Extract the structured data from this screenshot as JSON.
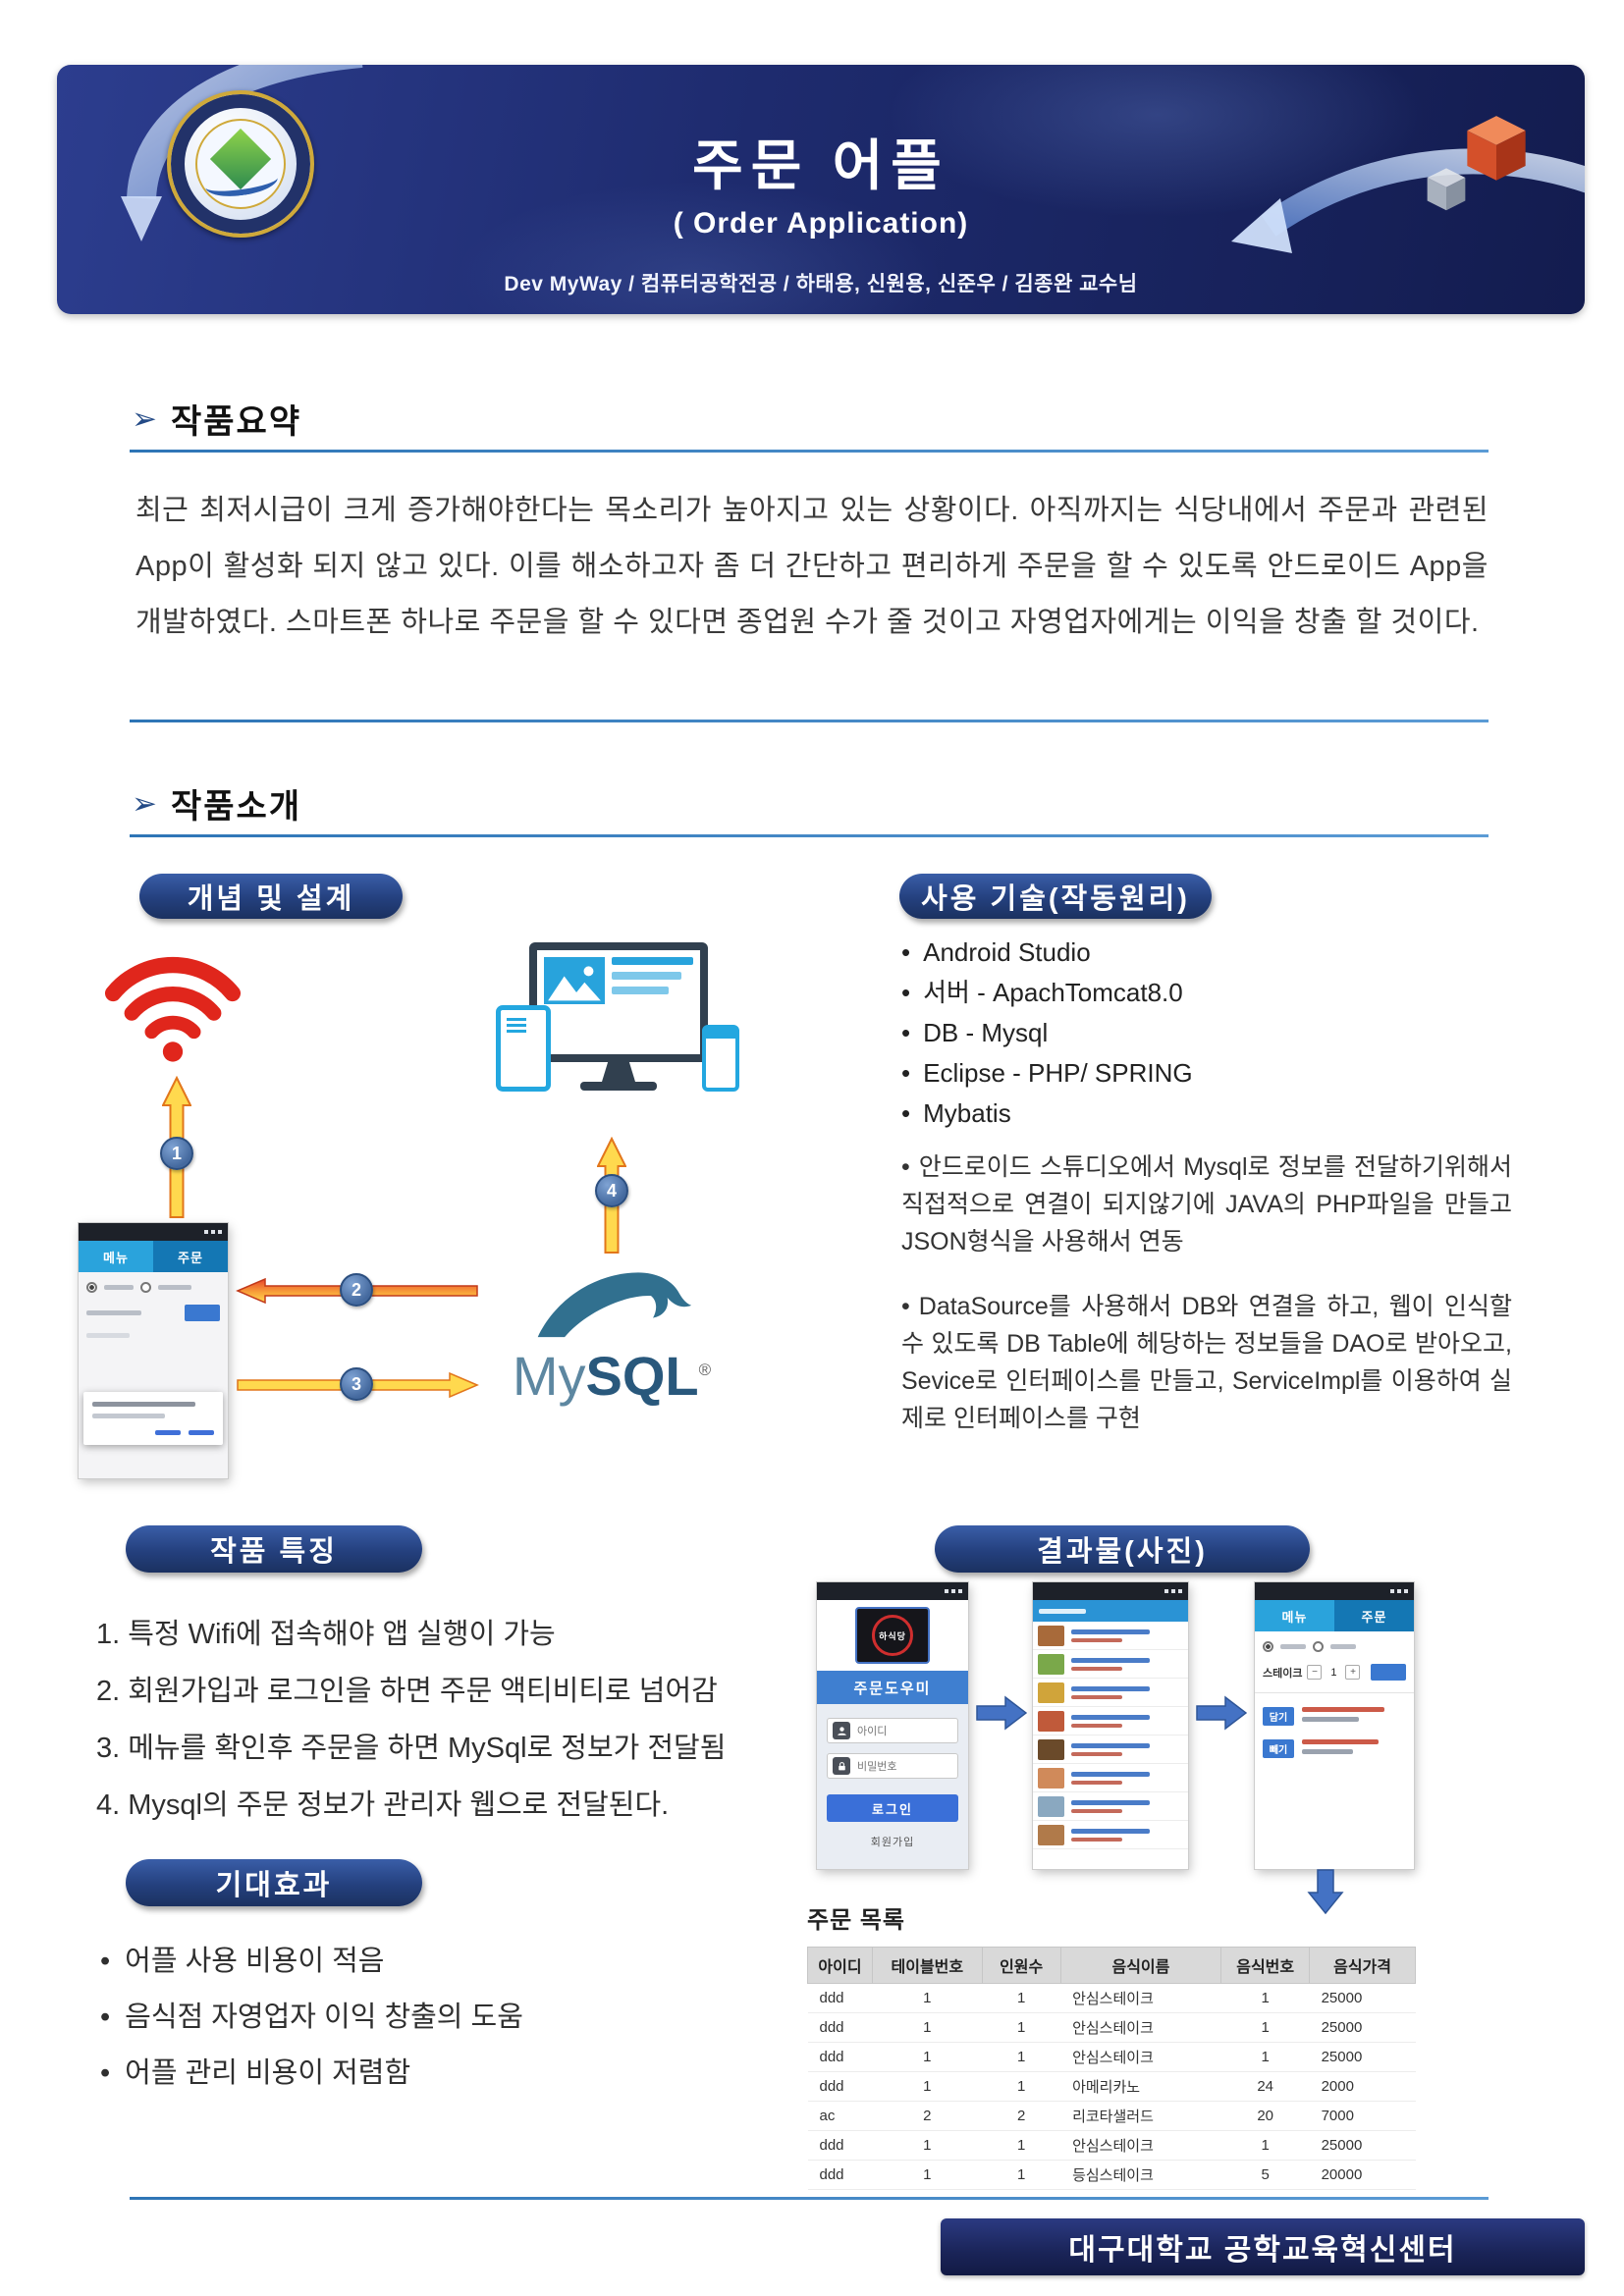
{
  "colors": {
    "accent_blue": "#2e75b6",
    "banner_navy": "#1e2b6e",
    "badge_navy": "#24407e",
    "arrow_yellow": "#ffd94e",
    "wifi_red": "#e0261c",
    "flow_arrow_blue": "#4472c4"
  },
  "banner": {
    "title": "주문 어플",
    "subtitle": "( Order Application)",
    "credit": "Dev MyWay / 컴퓨터공학전공 / 하태용, 신원용, 신준우 / 김종완 교수님"
  },
  "sections": {
    "summary": {
      "marker": "➢",
      "heading": "작품요약",
      "body": "최근 최저시급이 크게 증가해야한다는 목소리가 높아지고 있는 상황이다. 아직까지는 식당내에서 주문과 관련된 App이 활성화 되지 않고 있다. 이를 해소하고자 좀 더 간단하고 편리하게 주문을 할 수 있도록 안드로이드 App을 개발하였다. 스마트폰 하나로 주문을 할 수 있다면 종업원 수가 줄 것이고 자영업자에게는 이익을 창출 할 것이다."
    },
    "intro": {
      "marker": "➢",
      "heading": "작품소개"
    }
  },
  "concept": {
    "badge": "개념 및 설계",
    "steps": [
      "1",
      "2",
      "3",
      "4"
    ],
    "phone": {
      "tab_menu": "메뉴",
      "tab_order": "주문"
    },
    "mysql": {
      "my": "My",
      "sql": "SQL",
      "reg": "®"
    }
  },
  "tech": {
    "badge": "사용 기술(작동원리)",
    "bullets": [
      "Android Studio",
      "서버 - ApachTomcat8.0",
      "DB - Mysql",
      "Eclipse - PHP/ SPRING",
      "Mybatis"
    ],
    "notes": [
      "안드로이드 스튜디오에서 Mysql로 정보를 전달하기위해서 직접적으로 연결이 되지않기에 JAVA의 PHP파일을 만들고 JSON형식을 사용해서 연동",
      "DataSource를 사용해서 DB와 연결을 하고, 웹이 인식할수 있도록 DB Table에 헤당하는 정보들을 DAO로 받아오고, Sevice로 인터페이스를 만들고, ServiceImpl를 이용하여 실제로 인터페이스를 구현"
    ]
  },
  "features": {
    "badge": "작품 특징",
    "items": [
      "1. 특정 Wifi에 접속해야 앱 실행이 가능",
      "2. 회원가입과 로그인을 하면 주문 액티비티로 넘어감",
      "3. 메뉴를 확인후 주문을 하면 MySql로 정보가 전달됨",
      "4. Mysql의 주문 정보가 관리자 웹으로 전달된다."
    ]
  },
  "effects": {
    "badge": "기대효과",
    "items": [
      "어플 사용 비용이 적음",
      "음식점 자영업자 이익 창출의 도움",
      "어플 관리 비용이 저렴함"
    ]
  },
  "results": {
    "badge": "결과물(사진)",
    "phone_login": {
      "logo_text": "하식당",
      "app_title": "주문도우미",
      "id_label": "아이디",
      "pw_label": "비밀번호",
      "login_button": "로그인",
      "signup_link": "회원가입"
    },
    "phone_menu": {
      "thumb_colors": [
        "#a86a3a",
        "#7aa84a",
        "#d0a43a",
        "#c05a3a",
        "#6a4a2a",
        "#d08a5a",
        "#8aa8c0",
        "#b07a4a"
      ]
    },
    "phone_order": {
      "tab_menu": "메뉴",
      "tab_order": "주문",
      "item_label": "스테이크",
      "qty_minus": "−",
      "qty": "1",
      "qty_plus": "+",
      "add_button": "담기",
      "remove_button": "빼기"
    },
    "order_table": {
      "title": "주문 목록",
      "headers": [
        "아이디",
        "테이블번호",
        "인원수",
        "음식이름",
        "음식번호",
        "음식가격"
      ],
      "rows": [
        [
          "ddd",
          "1",
          "1",
          "안심스테이크",
          "1",
          "25000"
        ],
        [
          "ddd",
          "1",
          "1",
          "안심스테이크",
          "1",
          "25000"
        ],
        [
          "ddd",
          "1",
          "1",
          "안심스테이크",
          "1",
          "25000"
        ],
        [
          "ddd",
          "1",
          "1",
          "아메리카노",
          "24",
          "2000"
        ],
        [
          "ac",
          "2",
          "2",
          "리코타샐러드",
          "20",
          "7000"
        ],
        [
          "ddd",
          "1",
          "1",
          "안심스테이크",
          "1",
          "25000"
        ],
        [
          "ddd",
          "1",
          "1",
          "등심스테이크",
          "5",
          "20000"
        ]
      ]
    }
  },
  "footer": {
    "text": "대구대학교 공학교육혁신센터"
  }
}
